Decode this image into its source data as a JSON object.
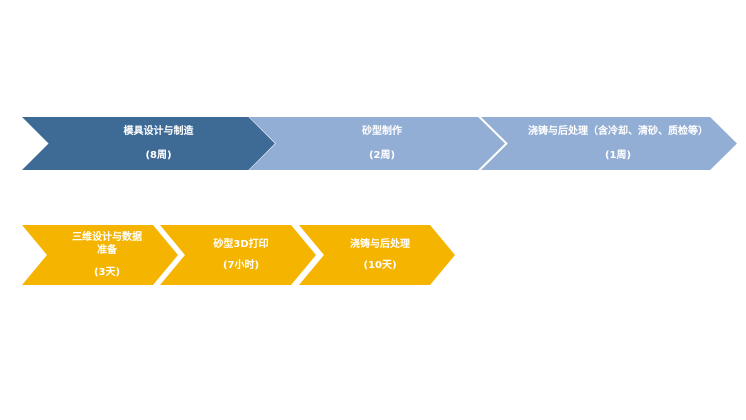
{
  "process_row_1": {
    "steps": [
      {
        "title": "模具设计与制造",
        "duration": "(8周)"
      },
      {
        "title": "砂型制作",
        "duration": "(2周)"
      },
      {
        "title": "浇铸与后处理（含冷却、清砂、质检等）",
        "duration": "(1周)"
      }
    ],
    "colors": {
      "step1": "#3e6a96",
      "step2": "#93aed4",
      "step3": "#93aed4"
    }
  },
  "process_row_2": {
    "steps": [
      {
        "title_line1": "三维设计与数据",
        "title_line2": "准备",
        "duration": "(3天)"
      },
      {
        "title": "砂型3D打印",
        "duration": "(7小时)"
      },
      {
        "title": "浇铸与后处理",
        "duration": "(10天)"
      }
    ],
    "colors": {
      "fill": "#f5b400"
    }
  }
}
